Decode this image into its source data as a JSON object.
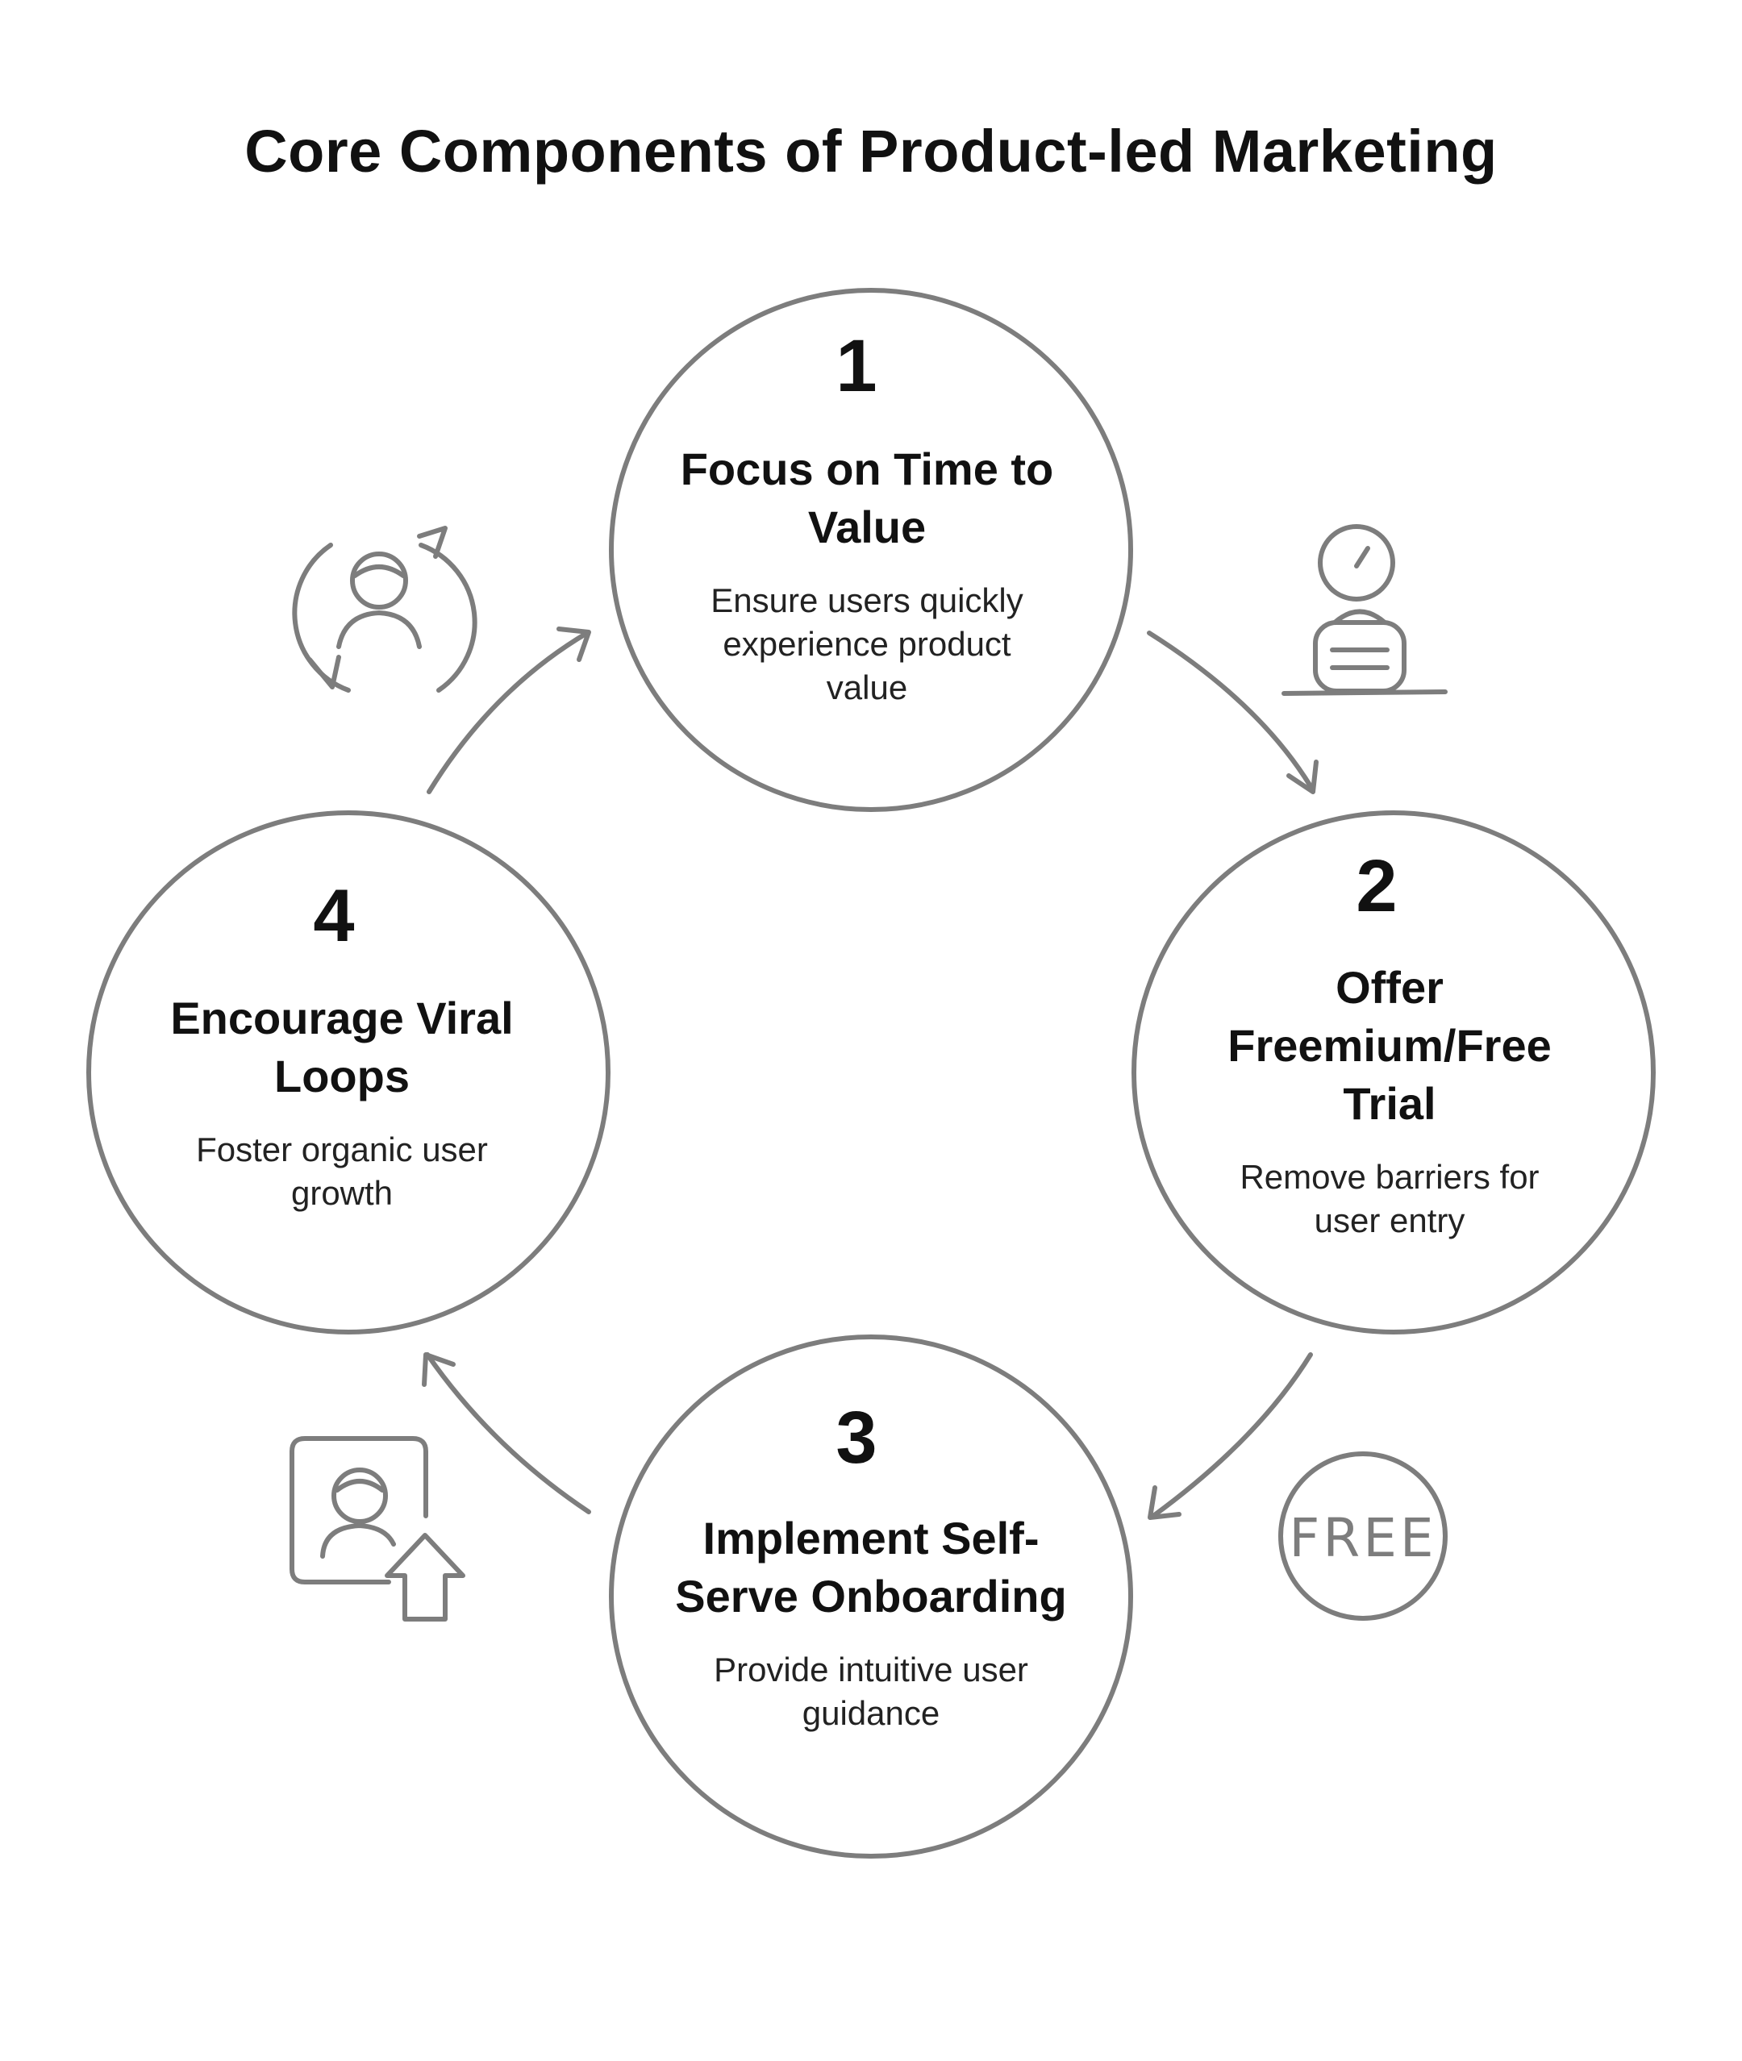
{
  "title": "Core Components of Product-led Marketing",
  "colors": {
    "stroke": "#7d7d7d",
    "text": "#111111",
    "background": "#ffffff"
  },
  "steps": [
    {
      "number": "1",
      "title": "Focus on Time to Value",
      "description": "Ensure users quickly experience product value",
      "icon": "clock-desk-icon"
    },
    {
      "number": "2",
      "title": "Offer Freemium/Free Trial",
      "description": "Remove barriers for user entry",
      "icon": "free-badge-icon"
    },
    {
      "number": "3",
      "title": "Implement Self-Serve Onboarding",
      "description": "Provide intuitive user guidance",
      "icon": "user-upload-icon"
    },
    {
      "number": "4",
      "title": "Encourage Viral Loops",
      "description": "Foster organic user growth",
      "icon": "user-cycle-icon"
    }
  ],
  "icons": {
    "free_label": "FREE"
  }
}
